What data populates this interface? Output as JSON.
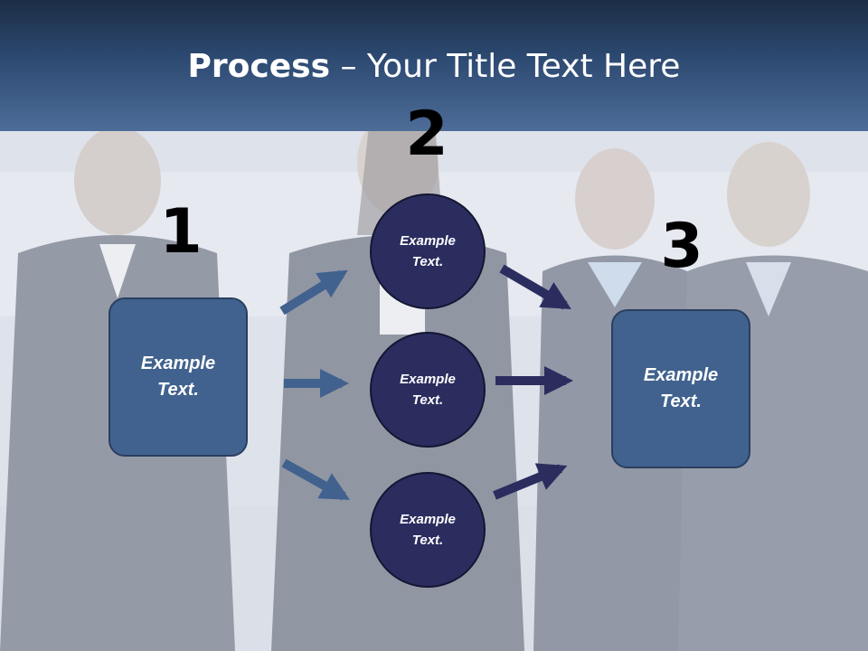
{
  "slide": {
    "title_bold": "Process",
    "title_rest": " – Your Title Text Here"
  },
  "steps": [
    {
      "number": "1"
    },
    {
      "number": "2"
    },
    {
      "number": "3"
    }
  ],
  "boxes": {
    "start": {
      "text": "Example Text."
    },
    "end": {
      "text": "Example Text."
    }
  },
  "circles": [
    {
      "text": "Example Text."
    },
    {
      "text": "Example Text."
    },
    {
      "text": "Example Text."
    }
  ],
  "colors": {
    "header": "#2d4a72",
    "box_fill": "#41628e",
    "circle_fill": "#2b2d5f",
    "arrow_left": "#41628e",
    "arrow_right": "#2b2d5f"
  }
}
